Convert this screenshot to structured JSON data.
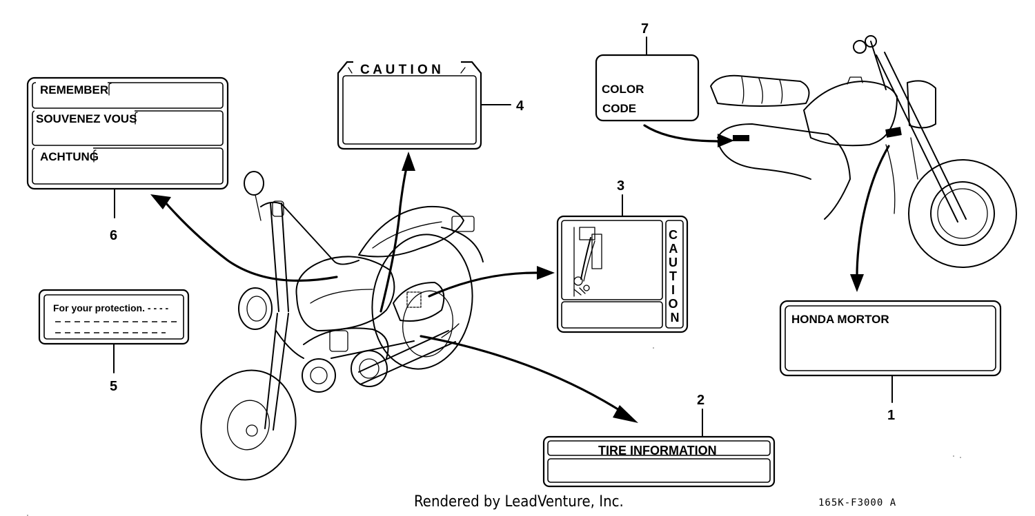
{
  "callouts": [
    {
      "number": "1",
      "label": "HONDA MORTOR"
    },
    {
      "number": "2",
      "label": "TIRE  INFORMATION"
    },
    {
      "number": "3",
      "label": "C A U T I O N"
    },
    {
      "number": "4",
      "label": "C A U T I O N"
    },
    {
      "number": "5",
      "label": "For your protection. - - - -"
    },
    {
      "number": "6",
      "labels": [
        "REMEMBER",
        "SOUVENEZ  VOUS",
        "ACHTUNG"
      ]
    },
    {
      "number": "7",
      "labels": [
        "COLOR",
        "CODE"
      ]
    }
  ],
  "footer": {
    "rendered_by": "Rendered by LeadVenture, Inc.",
    "diagram_code": "165K-F3000 A"
  }
}
